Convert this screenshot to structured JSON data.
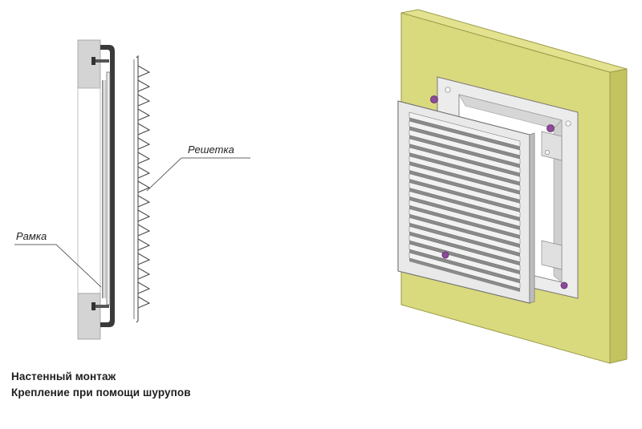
{
  "labels": {
    "grille": "Решетка",
    "frame": "Рамка"
  },
  "caption": {
    "line1": "Настенный монтаж",
    "line2": "Крепление при помощи шурупов"
  },
  "colors": {
    "wall_face": "#d9d97e",
    "wall_side": "#c3c35f",
    "wall_section": "#d0d0d0",
    "metal_light": "#f1f1f1",
    "metal_mid": "#c9c9c9",
    "metal_dark": "#7d7d7d",
    "screw_head": "#8e4a9a"
  }
}
